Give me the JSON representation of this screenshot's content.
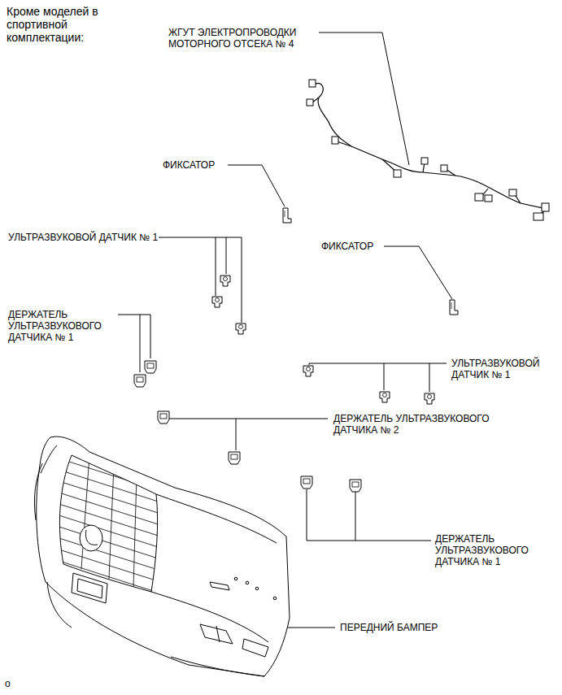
{
  "diagram": {
    "title": "Кроме моделей в спортивной комплектации:",
    "labels": [
      "ЖГУТ ЭЛЕКТРОПРОВОДКИ МОТОРНОГО ОТСЕКА № 4",
      "ФИКСАТОР",
      "УЛЬТРАЗВУКОВОЙ ДАТЧИК № 1",
      "ФИКСАТОР",
      "ДЕРЖАТЕЛЬ УЛЬТРАЗВУКОВОГО ДАТЧИКА № 1",
      "УЛЬТРАЗВУКОВОЙ ДАТЧИК № 1",
      "ДЕРЖАТЕЛЬ УЛЬТРАЗВУКОВОГО ДАТЧИКА № 2",
      "ДЕРЖАТЕЛЬ УЛЬТРАЗВУКОВОГО ДАТЧИКА № 1",
      "ПЕРЕДНИЙ БАМПЕР",
      "o"
    ]
  }
}
